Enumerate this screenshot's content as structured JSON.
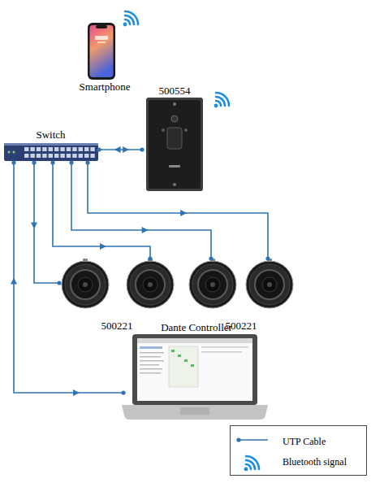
{
  "diagram": {
    "nodes": [
      {
        "text": [
          "Smartphone"
        ]
      },
      {
        "text": [
          "500554"
        ]
      },
      {
        "text": [
          "Switch"
        ]
      },
      {
        "text": [
          "500221"
        ]
      },
      {
        "text": [
          "500221"
        ]
      },
      {
        "text": [
          "Dante Controller"
        ]
      }
    ],
    "edges": [
      {
        "from": 2,
        "to": 1,
        "arrow": "both"
      },
      {
        "from": 2,
        "to": 3,
        "arrow": "to"
      },
      {
        "from": 2,
        "to": 3,
        "arrow": "to"
      },
      {
        "from": 2,
        "to": 4,
        "arrow": "to"
      },
      {
        "from": 2,
        "to": 4,
        "arrow": "to"
      },
      {
        "from": 2,
        "to": 5,
        "arrow": "both"
      }
    ],
    "legend": [
      {
        "text": "UTP Cable"
      },
      {
        "text": "Bluetooth signal"
      }
    ]
  }
}
